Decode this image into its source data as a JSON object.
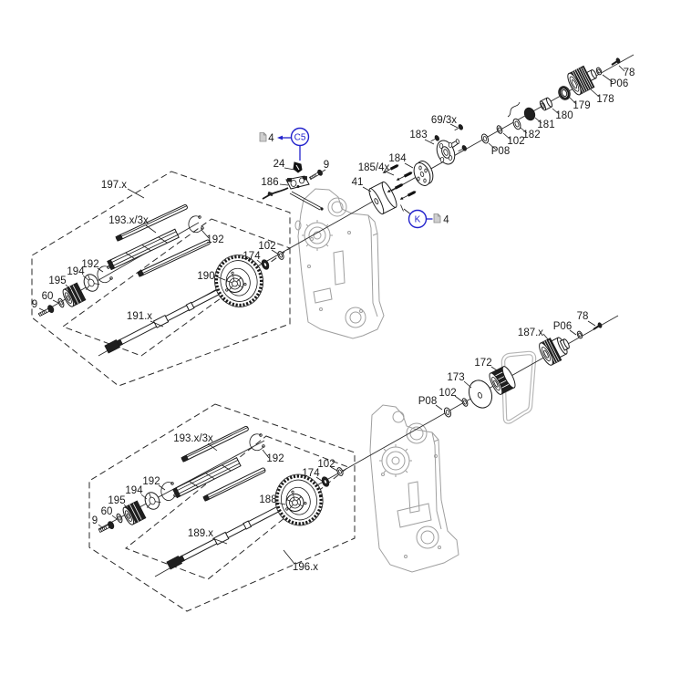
{
  "diagram": {
    "background": "#ffffff",
    "colors": {
      "line": "#1a1a1a",
      "frame": "#9f9f9f",
      "accent": "#2222cc"
    },
    "callouts": {
      "c5": {
        "label": "C5",
        "page_ref": "4"
      },
      "k": {
        "label": "K",
        "page_ref": "4"
      }
    },
    "upper_assembly": {
      "box": "197.x",
      "rails": "193.x/3x",
      "circlip_right": "192",
      "shim": "102",
      "thrust_washer": "174",
      "gear": "190",
      "circlip_left": "192",
      "washer": "194",
      "roller": "195",
      "lock_washer": "60",
      "screw": "9",
      "shaft": "191.x"
    },
    "bracket_group": {
      "bracket": "186",
      "clamp": "24",
      "screw": "9"
    },
    "upper_axis": {
      "cylinder": "41",
      "pins": "185/4x",
      "disc": "184",
      "flange": "183",
      "screws": "69/3x",
      "washer_p08": "P08",
      "shim": "102",
      "washer_182": "182",
      "bearing_181": "181",
      "bushing_180": "180",
      "ring_179": "179",
      "gear_178": "178",
      "washer_p06": "P06",
      "pin_78": "78"
    },
    "lower_axis": {
      "washer_p08": "P08",
      "shim": "102",
      "disc_173": "173",
      "pulley_172": "172",
      "gear_187": "187.x",
      "washer_p06": "P06",
      "pin_78": "78"
    },
    "lower_assembly": {
      "box": "196.x",
      "rails": "193.x/3x",
      "circlip_right": "192",
      "shim": "102",
      "thrust_washer": "174",
      "gear": "188",
      "circlip_left": "192",
      "washer": "194",
      "roller": "195",
      "lock_washer": "60",
      "screw": "9",
      "shaft": "189.x"
    }
  }
}
